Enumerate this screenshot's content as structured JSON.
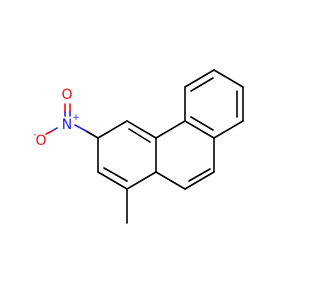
{
  "molecule": {
    "atoms": {
      "nitrogen": {
        "symbol": "N",
        "charge": "+",
        "color": "#2222ee"
      },
      "oxygen_double": {
        "symbol": "O",
        "color": "#ee1111"
      },
      "oxygen_single": {
        "symbol": "O",
        "charge": "-",
        "color": "#ee1111"
      }
    }
  }
}
